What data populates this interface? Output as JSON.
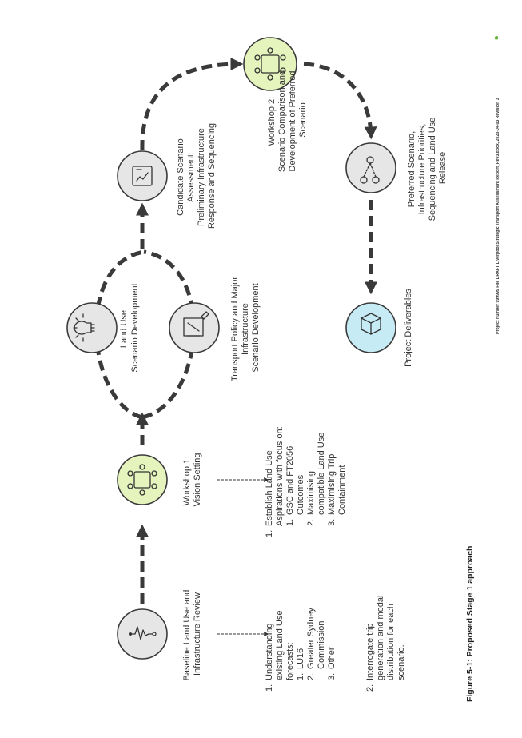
{
  "nodes": {
    "baseline": {
      "label": "Baseline Land Use and Infrastructure Review",
      "lines": [
        "Baseline Land Use and",
        "Infrastructure Review"
      ],
      "icon": "pulse-icon"
    },
    "workshop1": {
      "label": "Workshop 1: Vision Setting",
      "lines": [
        "Workshop 1:",
        "Vision Setting"
      ],
      "icon": "team-meeting-icon"
    },
    "land_use": {
      "label": "Land Use Scenario Development",
      "lines": [
        "Land Use",
        "Scenario Development"
      ],
      "icon": "lightbulb-icon"
    },
    "transport": {
      "label": "Transport Policy and Major Infrastructure Scenario Development",
      "lines": [
        "Transport Policy and Major",
        "Infrastructure",
        "Scenario Development"
      ],
      "icon": "drafting-icon"
    },
    "candidate": {
      "label": "Candidate Scenario Assessment: Preliminary Infrastructure Response and Sequencing",
      "lines": [
        "Candidate Scenario",
        "Assessment:",
        "Preliminary Infrastructure",
        "Response and Sequencing"
      ],
      "icon": "assessment-icon"
    },
    "workshop2": {
      "label": "Workshop 2: Scenario Comparison and Development of Preferred Scenario",
      "lines": [
        "Workshop 2:",
        "Scenario Comparison and",
        "Development of Preferred",
        "Scenario"
      ],
      "icon": "team-meeting-icon"
    },
    "preferred": {
      "label": "Preferred Scenario, Infrastructure Priorities, Sequencing and Land Use Release",
      "lines": [
        "Preferred Scenario,",
        "Infrastructure Priorities,",
        "Sequencing and Land Use",
        "Release"
      ],
      "icon": "route-icon"
    },
    "deliverables": {
      "label": "Project Deliverables",
      "lines": [
        "Project Deliverables"
      ],
      "icon": "package-icon"
    }
  },
  "baseline_notes": [
    "1.",
    "Understanding",
    "existing Land Use",
    "forecasts:",
    "1.",
    "LU16",
    "2.",
    "Greater Sydney",
    "Commission",
    "3.",
    "Other",
    "2.",
    "Interrogate trip",
    "generation and modal",
    "distribution for each",
    "scenario."
  ],
  "workshop1_notes": [
    "1.",
    "Establish Land Use",
    "Aspirations with focus on:",
    "1.",
    "GSC and FT2056",
    "Outcomes",
    "2.",
    "Maximising",
    "compatible Land Use",
    "3.",
    "Maximising Trip",
    "Containment"
  ],
  "caption": "Figure 5-1: Proposed Stage 1 approach",
  "footer": "Project number 999999  File DRAFT Liverpool Strategic Transport Assessment Report_Rev3.docx, 2020-04-03  Revision 3",
  "colors": {
    "neutral_fill": "#e6e6e6",
    "workshop_fill": "#e5f3bd",
    "deliverable_fill": "#c6ebf5",
    "line": "#3a3a3a",
    "leaf": "#6ab23e"
  }
}
